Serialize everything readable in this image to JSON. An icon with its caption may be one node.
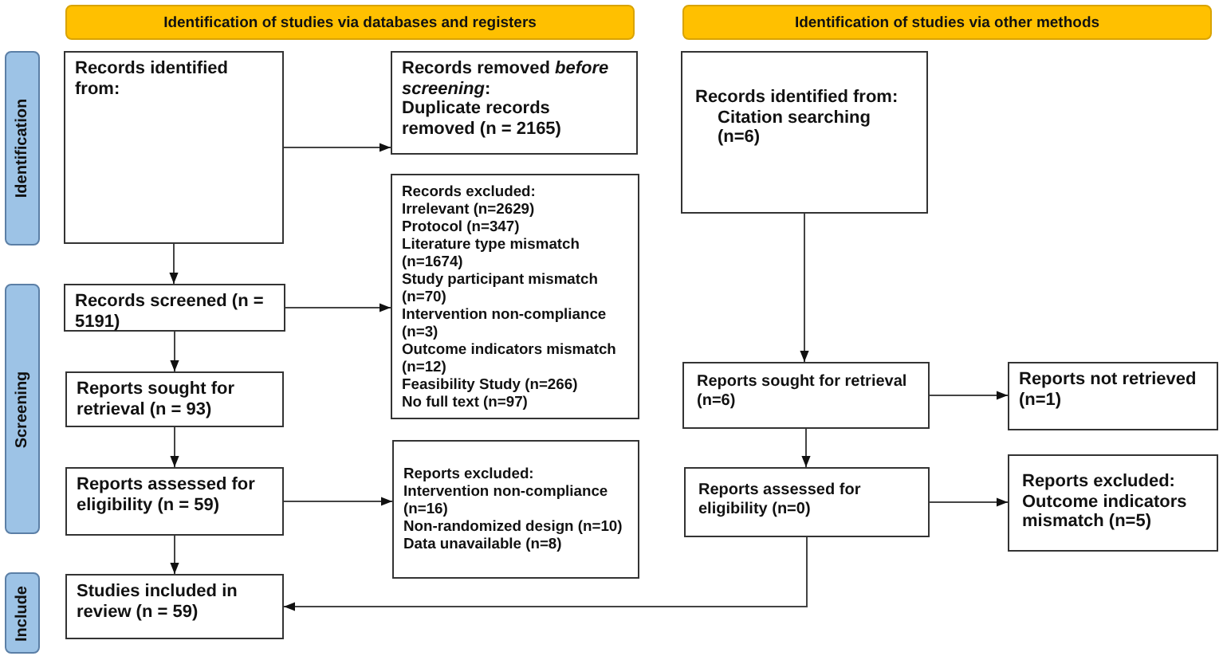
{
  "diagram": {
    "nodes": [
      {
        "text": [
          "Identification of studies via databases and registers"
        ]
      },
      {
        "text": [
          "Identification of studies via other methods"
        ]
      },
      {
        "text": [
          "Identification"
        ]
      },
      {
        "text": [
          "Screening"
        ]
      },
      {
        "text": [
          "Include"
        ]
      },
      {
        "text": [
          "Records identified from:"
        ]
      },
      {
        "text": [
          "Records removed *before screening*:",
          "Duplicate records removed (n = 2165)"
        ]
      },
      {
        "text": [
          "Records screened (n = 5191)"
        ]
      },
      {
        "text": [
          "Records excluded:",
          "Irrelevant (n=2629)",
          "Protocol (n=347)",
          "Literature type mismatch (n=1674)",
          "Study participant mismatch (n=70)",
          "Intervention non-compliance (n=3)",
          "Outcome indicators mismatch (n=12)",
          "Feasibility Study (n=266)",
          "No full text (n=97)"
        ]
      },
      {
        "text": [
          "Reports sought for retrieval (n = 93)"
        ]
      },
      {
        "text": [
          "Reports assessed for eligibility (n = 59)"
        ]
      },
      {
        "text": [
          "Reports excluded:",
          "Intervention non-compliance (n=16)",
          "Non-randomized design (n=10)",
          "Data unavailable (n=8)"
        ]
      },
      {
        "text": [
          "Studies included in review (n = 59)"
        ]
      },
      {
        "text": [
          "Records identified from:",
          "Citation searching (n=6)"
        ]
      },
      {
        "text": [
          "Reports sought for retrieval (n=6)"
        ]
      },
      {
        "text": [
          "Reports not retrieved (n=1)"
        ]
      },
      {
        "text": [
          "Reports assessed for eligibility (n=0)"
        ]
      },
      {
        "text": [
          "Reports excluded:",
          "Outcome indicators mismatch (n=5)"
        ]
      }
    ],
    "edges": [
      {
        "from": 5,
        "to": 6,
        "arrow": "to"
      },
      {
        "from": 5,
        "to": 7,
        "arrow": "to"
      },
      {
        "from": 7,
        "to": 8,
        "arrow": "to"
      },
      {
        "from": 7,
        "to": 9,
        "arrow": "to"
      },
      {
        "from": 9,
        "to": 10,
        "arrow": "to"
      },
      {
        "from": 10,
        "to": 11,
        "arrow": "to"
      },
      {
        "from": 10,
        "to": 12,
        "arrow": "to"
      },
      {
        "from": 13,
        "to": 14,
        "arrow": "to"
      },
      {
        "from": 14,
        "to": 15,
        "arrow": "to"
      },
      {
        "from": 14,
        "to": 16,
        "arrow": "to"
      },
      {
        "from": 16,
        "to": 17,
        "arrow": "to"
      },
      {
        "from": 16,
        "to": 12,
        "arrow": "to"
      }
    ]
  }
}
